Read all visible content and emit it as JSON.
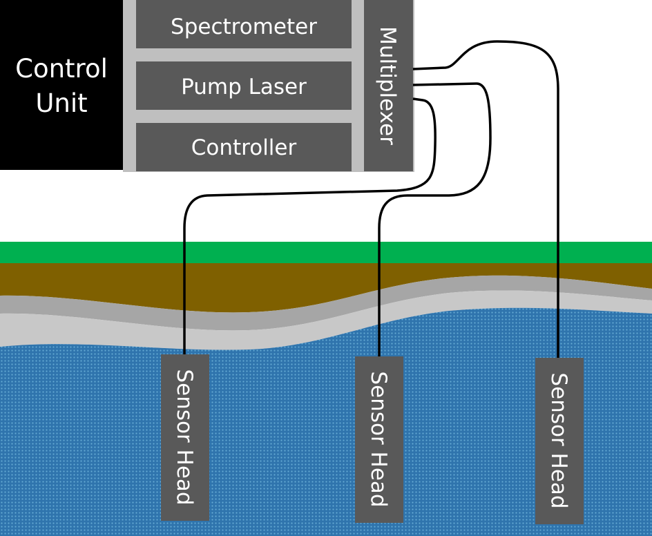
{
  "control_unit": {
    "line1": "Control",
    "line2": "Unit"
  },
  "modules": {
    "spectrometer": "Spectrometer",
    "pump_laser": "Pump Laser",
    "controller": "Controller",
    "multiplexer": "Multiplexer"
  },
  "sensor_heads": [
    {
      "label": "Sensor Head"
    },
    {
      "label": "Sensor Head"
    },
    {
      "label": "Sensor Head"
    }
  ],
  "colors": {
    "control_unit": "#000000",
    "module_box": "#595959",
    "module_frame": "#bfbfbf",
    "grass": "#00b050",
    "soil": "#7f6000",
    "gravel_dark": "#a6a6a6",
    "gravel_light": "#c8c8c8",
    "water": "#2e75b6",
    "fiber": "#000000",
    "sensor_head": "#595959"
  }
}
